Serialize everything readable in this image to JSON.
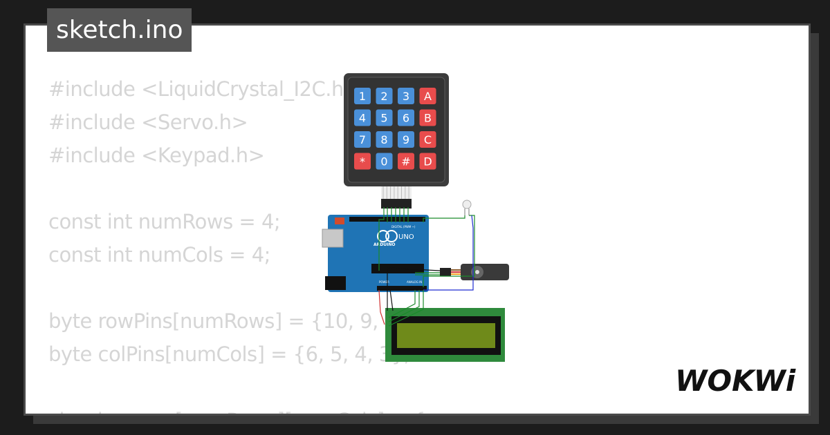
{
  "file_tab": {
    "label": "sketch.ino"
  },
  "code_lines": [
    "#include <LiquidCrystal_I2C.h>",
    "#include <Servo.h>",
    "#include <Keypad.h>",
    "",
    "const int numRows = 4;",
    "const int numCols = 4;",
    "",
    "byte rowPins[numRows] = {10, 9, 8, 7};",
    "byte colPins[numCols] = {6, 5, 4, 3};",
    "",
    "char keymap[numRows][numCols] = {"
  ],
  "keypad": {
    "keys": [
      [
        "1",
        "2",
        "3",
        "A"
      ],
      [
        "4",
        "5",
        "6",
        "B"
      ],
      [
        "7",
        "8",
        "9",
        "C"
      ],
      [
        "*",
        "0",
        "#",
        "D"
      ]
    ]
  },
  "arduino": {
    "model": "UNO",
    "brand": "ARDUINO",
    "digital_label": "DIGITAL (PWM ~)",
    "analog_label": "ANALOG IN",
    "power_label": "POWER"
  },
  "colors": {
    "key_blue": "#4a90d9",
    "key_red": "#e84c4c",
    "board_blue": "#1f74b5",
    "lcd_green": "#2f8a3c",
    "wire_green": "#1a8a2a",
    "wire_black": "#111111",
    "wire_blue": "#1f2bd0",
    "wire_red": "#d03030"
  },
  "brand_logo": {
    "text": "WOKWi"
  }
}
